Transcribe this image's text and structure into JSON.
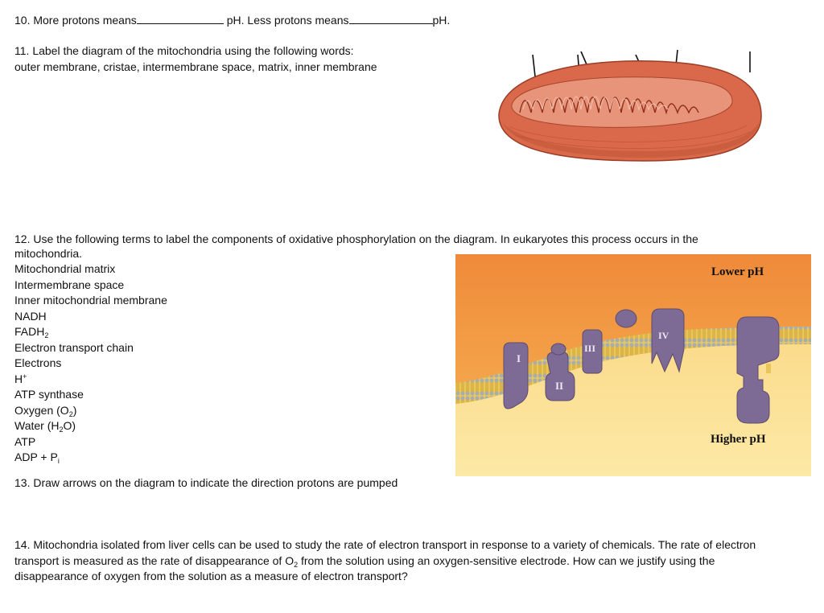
{
  "q10": {
    "part1": "10. More protons means",
    "part2": "pH.  Less protons means",
    "part3": "pH."
  },
  "q11": {
    "line1": "11. Label  the diagram of the mitochondria using the following words:",
    "line2": "outer membrane, cristae, intermembrane space, matrix, inner membrane"
  },
  "q12": {
    "line1": "12. Use the following terms to label the components of oxidative phosphorylation on the diagram. In eukaryotes this process occurs in the",
    "line2": "mitochondria.",
    "terms": {
      "t1": "Mitochondrial matrix",
      "t2": "Intermembrane space",
      "t3": "Inner mitochondrial membrane",
      "t4": "NADH",
      "t5a": "FADH",
      "t5b": "2",
      "t6": "Electron transport chain",
      "t7": "Electrons",
      "t8a": "H",
      "t8b": "+",
      "t9": "ATP synthase",
      "t10a": "Oxygen (O",
      "t10b": "2",
      "t10c": ")",
      "t11a": "Water (H",
      "t11b": "2",
      "t11c": "O)",
      "t12": "ATP",
      "t13a": "ADP + P",
      "t13b": "i"
    }
  },
  "q13": {
    "text": "13. Draw arrows on the diagram to indicate the direction protons are pumped"
  },
  "q14": {
    "line1": "14. Mitochondria isolated from liver cells can be used to study the rate of electron transport in response to a variety of chemicals. The rate of electron",
    "line2a": "transport is measured as the rate of disappearance of O",
    "line2b": "2",
    "line2c": " from the solution using an oxygen-sensitive electrode. How can we justify using the",
    "line3": "disappearance of oxygen from the solution as a measure of electron transport?"
  },
  "diagram": {
    "lower_ph": "Lower pH",
    "higher_ph": "Higher pH",
    "complex_i": "I",
    "complex_ii": "II",
    "complex_iii": "III",
    "complex_iv": "IV"
  }
}
